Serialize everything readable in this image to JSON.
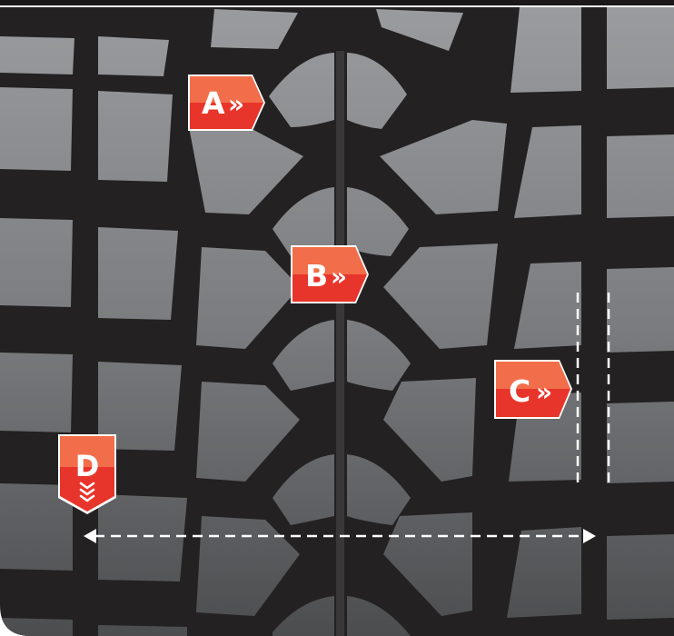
{
  "colors": {
    "accent": "#e8352b",
    "accent_light": "#f26e4a",
    "tread_dark": "#232121",
    "block_top": "#97999c",
    "block_bottom": "#505153",
    "dimension_line": "#ffffff"
  },
  "markers": [
    {
      "id": "a",
      "letter": "A",
      "glyph": "»",
      "direction": "right"
    },
    {
      "id": "b",
      "letter": "B",
      "glyph": "»",
      "direction": "right"
    },
    {
      "id": "c",
      "letter": "C",
      "glyph": "»",
      "direction": "right"
    },
    {
      "id": "d",
      "letter": "D",
      "glyph": "⌄",
      "direction": "down"
    }
  ],
  "dimensions": [
    {
      "id": "groove-width",
      "style": "dashed",
      "orientation": "vertical-pair"
    },
    {
      "id": "tread-width",
      "style": "dashed",
      "orientation": "horizontal-double-arrow"
    }
  ]
}
